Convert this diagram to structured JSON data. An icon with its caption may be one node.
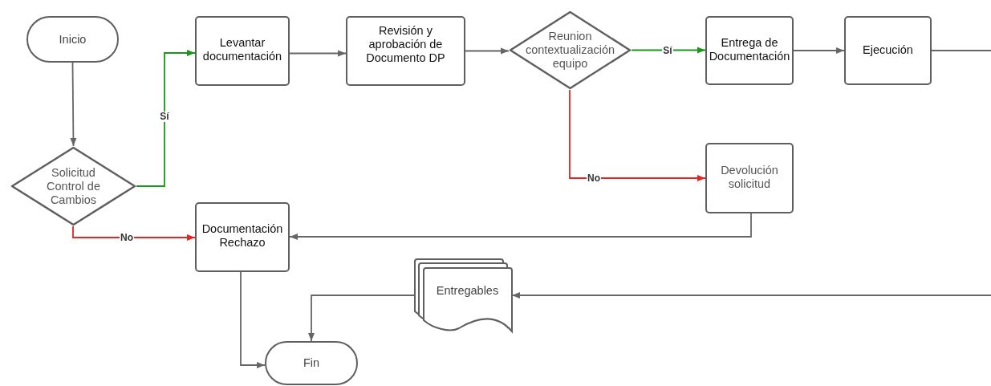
{
  "diagram": {
    "nodes": [
      {
        "text": [
          "Inicio"
        ]
      },
      {
        "text": [
          "Solicitud Control de Cambios"
        ]
      },
      {
        "text": [
          "Levantar documentación"
        ]
      },
      {
        "text": [
          "Revisión y aprobación de Documento DP"
        ]
      },
      {
        "text": [
          "Reunion contextualización equipo"
        ]
      },
      {
        "text": [
          "Entrega de Documentación"
        ]
      },
      {
        "text": [
          "Ejecución"
        ]
      },
      {
        "text": [
          "Devolución solicitud"
        ]
      },
      {
        "text": [
          "Documentación Rechazo"
        ]
      },
      {
        "text": [
          "Entregables"
        ]
      },
      {
        "text": [
          "Fin"
        ]
      }
    ],
    "edges": [
      {
        "from": 0,
        "to": 1,
        "arrow": "to"
      },
      {
        "from": 1,
        "to": 2,
        "arrow": "to",
        "label": "Sí",
        "color": "#1a961a"
      },
      {
        "from": 1,
        "to": 8,
        "arrow": "to",
        "label": "No",
        "color": "#e52421"
      },
      {
        "from": 2,
        "to": 3,
        "arrow": "to"
      },
      {
        "from": 3,
        "to": 4,
        "arrow": "to"
      },
      {
        "from": 4,
        "to": 5,
        "arrow": "to",
        "label": "Sí",
        "color": "#1a961a"
      },
      {
        "from": 5,
        "to": 6,
        "arrow": "to"
      },
      {
        "from": 6,
        "to": null,
        "arrow": "none"
      },
      {
        "from": 4,
        "to": 7,
        "arrow": "to",
        "label": "No",
        "color": "#e52421"
      },
      {
        "from": 7,
        "to": 8,
        "arrow": "to"
      },
      {
        "from": null,
        "to": 9,
        "arrow": "to"
      },
      {
        "from": 9,
        "to": 10,
        "arrow": "to"
      },
      {
        "from": 8,
        "to": 10,
        "arrow": "to"
      }
    ]
  }
}
